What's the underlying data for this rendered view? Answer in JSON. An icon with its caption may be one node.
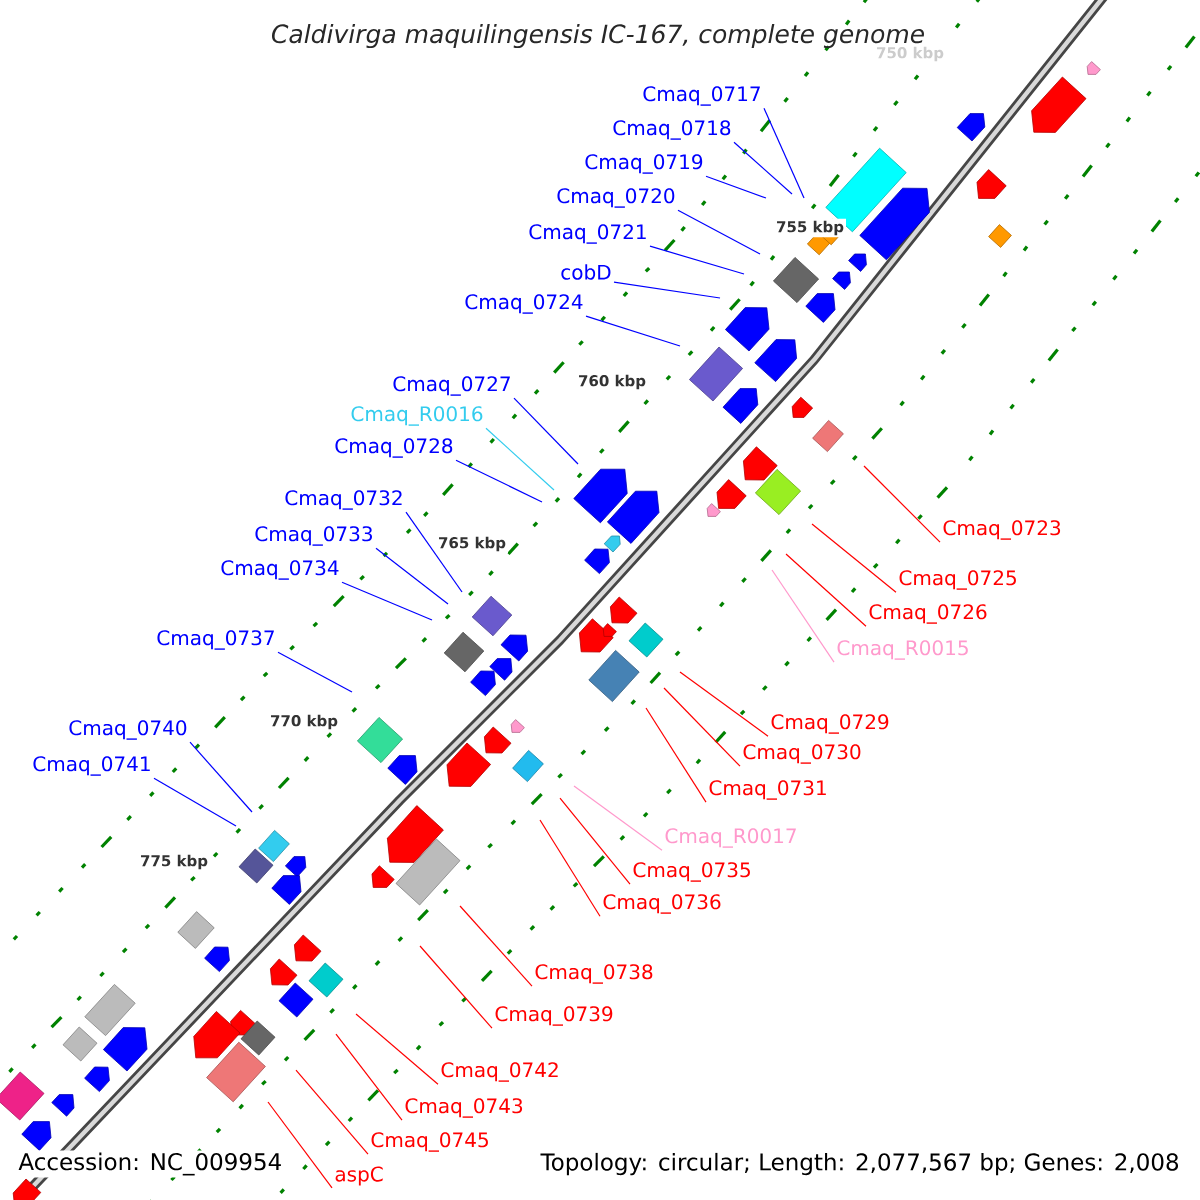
{
  "diagram": {
    "title": "Caldivirga maquilingensis IC-167, complete genome",
    "nodes": [
      {
        "text": [
          "Cmaq_0717"
        ]
      },
      {
        "text": [
          "Cmaq_0718"
        ]
      },
      {
        "text": [
          "Cmaq_0719"
        ]
      },
      {
        "text": [
          "Cmaq_0720"
        ]
      },
      {
        "text": [
          "Cmaq_0721"
        ]
      },
      {
        "text": [
          "cobD"
        ]
      },
      {
        "text": [
          "Cmaq_0724"
        ]
      },
      {
        "text": [
          "Cmaq_0727"
        ]
      },
      {
        "text": [
          "Cmaq_R0016"
        ]
      },
      {
        "text": [
          "Cmaq_0728"
        ]
      },
      {
        "text": [
          "Cmaq_0732"
        ]
      },
      {
        "text": [
          "Cmaq_0723"
        ]
      },
      {
        "text": [
          "Cmaq_0733"
        ]
      },
      {
        "text": [
          "Cmaq_0734"
        ]
      },
      {
        "text": [
          "Cmaq_0725"
        ]
      },
      {
        "text": [
          "Cmaq_0726"
        ]
      },
      {
        "text": [
          "Cmaq_0737"
        ]
      },
      {
        "text": [
          "Cmaq_R0015"
        ]
      },
      {
        "text": [
          "Cmaq_0729"
        ]
      },
      {
        "text": [
          "Cmaq_0740"
        ]
      },
      {
        "text": [
          "Cmaq_0730"
        ]
      },
      {
        "text": [
          "Cmaq_0741"
        ]
      },
      {
        "text": [
          "Cmaq_0731"
        ]
      },
      {
        "text": [
          "Cmaq_R0017"
        ]
      },
      {
        "text": [
          "Cmaq_0735"
        ]
      },
      {
        "text": [
          "Cmaq_0736"
        ]
      },
      {
        "text": [
          "Cmaq_0738"
        ]
      },
      {
        "text": [
          "Cmaq_0739"
        ]
      },
      {
        "text": [
          "Cmaq_0742"
        ]
      },
      {
        "text": [
          "Cmaq_0743"
        ]
      },
      {
        "text": [
          "Cmaq_0745"
        ]
      },
      {
        "text": [
          "aspC"
        ]
      }
    ],
    "edges": [
      {
        "from": 0,
        "to": null,
        "arrow": "none"
      },
      {
        "from": 1,
        "to": null,
        "arrow": "none"
      },
      {
        "from": 2,
        "to": null,
        "arrow": "none"
      },
      {
        "from": 3,
        "to": null,
        "arrow": "none"
      },
      {
        "from": 4,
        "to": null,
        "arrow": "none"
      },
      {
        "from": 5,
        "to": null,
        "arrow": "none"
      },
      {
        "from": 6,
        "to": null,
        "arrow": "none"
      },
      {
        "from": 7,
        "to": null,
        "arrow": "none"
      },
      {
        "from": 8,
        "to": null,
        "arrow": "none",
        "color": "#33ccee"
      },
      {
        "from": 9,
        "to": null,
        "arrow": "none"
      },
      {
        "from": 10,
        "to": null,
        "arrow": "none"
      },
      {
        "from": 11,
        "to": null,
        "arrow": "none",
        "color": "#ff0000"
      },
      {
        "from": 12,
        "to": null,
        "arrow": "none"
      },
      {
        "from": 13,
        "to": null,
        "arrow": "none"
      },
      {
        "from": 14,
        "to": null,
        "arrow": "none",
        "color": "#ff0000"
      },
      {
        "from": 15,
        "to": null,
        "arrow": "none",
        "color": "#ff0000"
      },
      {
        "from": 16,
        "to": null,
        "arrow": "none"
      },
      {
        "from": 17,
        "to": null,
        "arrow": "none",
        "color": "#ff99cc"
      },
      {
        "from": 18,
        "to": null,
        "arrow": "none",
        "color": "#ff0000"
      },
      {
        "from": 19,
        "to": null,
        "arrow": "none"
      },
      {
        "from": 20,
        "to": null,
        "arrow": "none",
        "color": "#ff0000"
      },
      {
        "from": 21,
        "to": null,
        "arrow": "none"
      },
      {
        "from": 22,
        "to": null,
        "arrow": "none",
        "color": "#ff0000"
      },
      {
        "from": 23,
        "to": null,
        "arrow": "none",
        "color": "#ff99cc"
      },
      {
        "from": 24,
        "to": null,
        "arrow": "none",
        "color": "#ff0000"
      },
      {
        "from": 25,
        "to": null,
        "arrow": "none",
        "color": "#ff0000"
      },
      {
        "from": 26,
        "to": null,
        "arrow": "none",
        "color": "#ff0000"
      },
      {
        "from": 27,
        "to": null,
        "arrow": "none",
        "color": "#ff0000"
      },
      {
        "from": 28,
        "to": null,
        "arrow": "none",
        "color": "#ff0000"
      },
      {
        "from": 29,
        "to": null,
        "arrow": "none",
        "color": "#ff0000"
      },
      {
        "from": 30,
        "to": null,
        "arrow": "none",
        "color": "#ff0000"
      },
      {
        "from": 31,
        "to": null,
        "arrow": "none",
        "color": "#ff0000"
      }
    ],
    "labels": [
      "750 kbp",
      "755 kbp",
      "760 kbp",
      "765 kbp",
      "770 kbp",
      "775 kbp",
      "Accession: NC_009954",
      "Topology: circular; Length: 2,077,567 bp; Genes: 2,008"
    ]
  }
}
